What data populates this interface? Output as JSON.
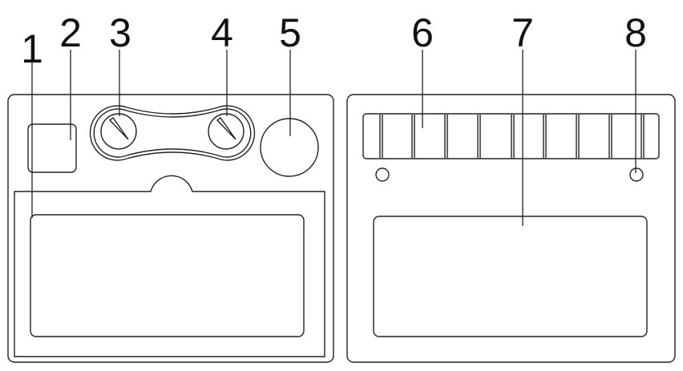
{
  "callouts": {
    "c1": "1",
    "c2": "2",
    "c3": "3",
    "c4": "4",
    "c5": "5",
    "c6": "6",
    "c7": "7",
    "c8": "8"
  },
  "colors": {
    "line": "#222222",
    "background": "#ffffff"
  }
}
